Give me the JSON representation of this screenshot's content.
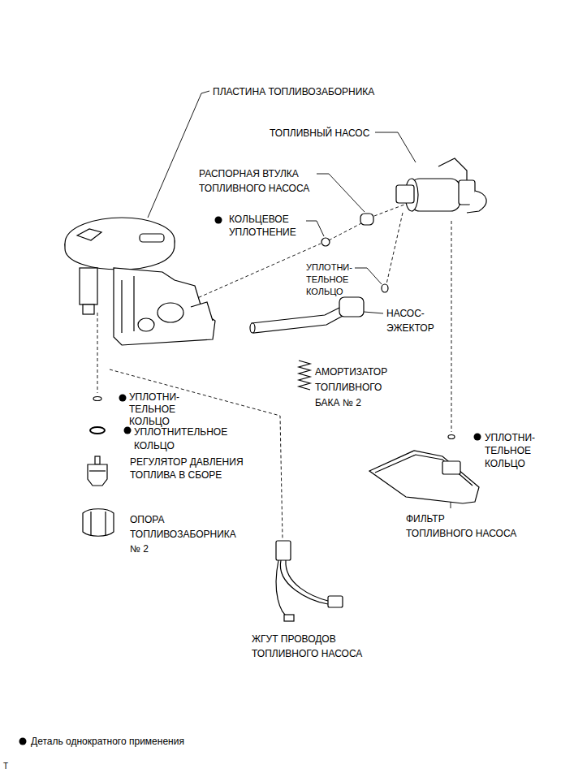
{
  "diagram": {
    "labels": [
      "ПЛАСТИНА ТОПЛИВОЗАБОРНИКА",
      "ТОПЛИВНЫЙ НАСОС",
      "РАСПОРНАЯ ВТУЛКА ТОПЛИВНОГО НАСОСА",
      "КОЛЬЦЕВОЕ УПЛОТНЕНИЕ",
      "УПЛОТНИ- ТЕЛЬНОЕ КОЛЬЦО",
      "НАСОС- ЭЖЕКТОР",
      "АМОРТИЗАТОР ТОПЛИВНОГО БАКА № 2",
      "УПЛОТНИ- ТЕЛЬНОЕ КОЛЬЦО",
      "УПЛОТНИТЕЛЬНОЕ КОЛЬЦО",
      "РЕГУЛЯТОР ДАВЛЕНИЯ ТОПЛИВА В СБОРЕ",
      "ОПОРА ТОПЛИВОЗАБОРНИКА № 2",
      "УПЛОТНИ- ТЕЛЬНОЕ КОЛЬЦО",
      "ФИЛЬТР ТОПЛИВНОГО НАСОСА",
      "ЖГУТ ПРОВОДОВ ТОПЛИВНОГО НАСОСА",
      "T"
    ],
    "legend": [
      {
        "text": "Деталь однократного применения"
      }
    ]
  }
}
